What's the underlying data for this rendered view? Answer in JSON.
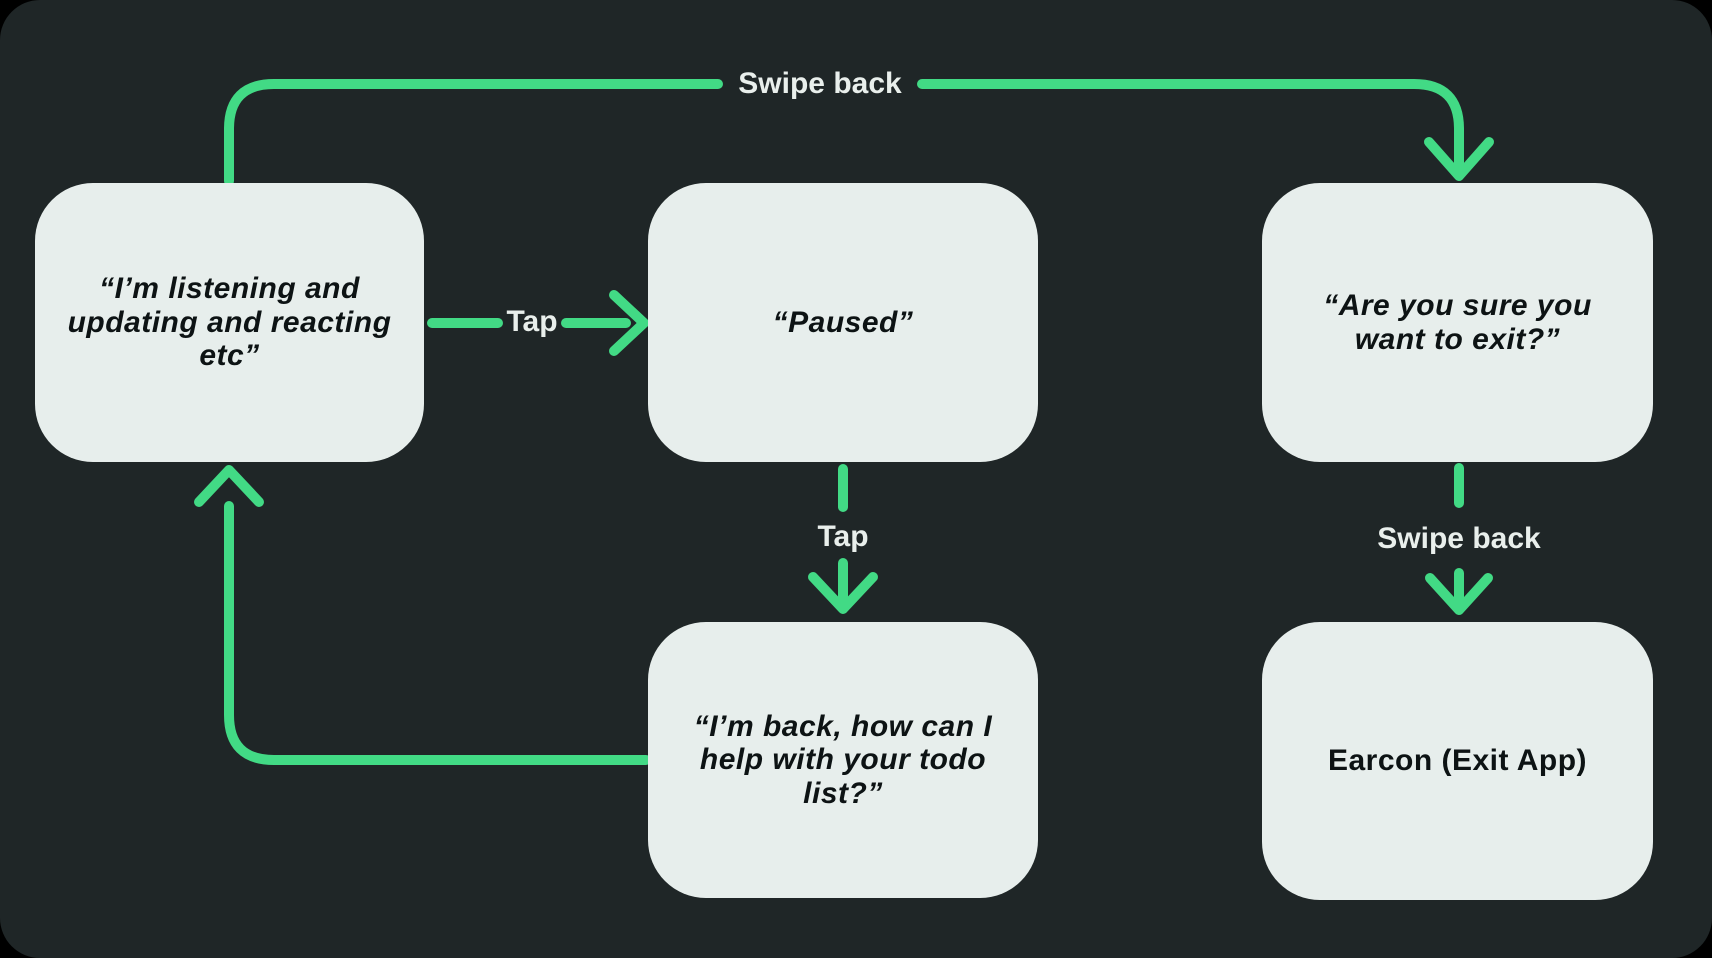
{
  "canvas": {
    "outer_bg": "#000000",
    "panel_bg": "#1F2627",
    "accent": "#42DA85",
    "box_bg": "#E7EEEC",
    "box_text": "#0D1314",
    "label_text": "#E9EFEC"
  },
  "nodes": [
    {
      "id": "listening",
      "text": "“I’m listening and\nupdating and reacting\netc”"
    },
    {
      "id": "paused",
      "text": "“Paused”"
    },
    {
      "id": "confirm-exit",
      "text": "“Are you sure you\nwant to exit?”"
    },
    {
      "id": "back",
      "text": "“I’m back, how can I\nhelp with your todo\nlist?”"
    },
    {
      "id": "earcon",
      "text": "Earcon (Exit App)"
    }
  ],
  "edge_labels": {
    "swipe_back_top": "Swipe back",
    "tap_right": "Tap",
    "tap_down": "Tap",
    "swipe_back_down": "Swipe back"
  }
}
